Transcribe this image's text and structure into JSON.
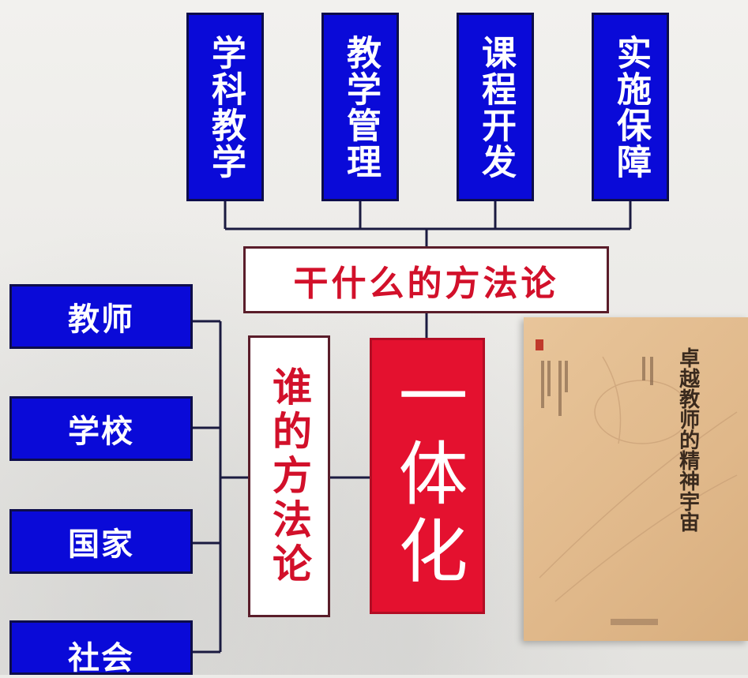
{
  "top_boxes": [
    {
      "label": "学科教学"
    },
    {
      "label": "教学管理"
    },
    {
      "label": "课程开发"
    },
    {
      "label": "实施保障"
    }
  ],
  "method_what": "干什么的方法论",
  "left_boxes": [
    {
      "label": "教师"
    },
    {
      "label": "学校"
    },
    {
      "label": "国家"
    },
    {
      "label": "社会"
    }
  ],
  "method_who": "谁的方法论",
  "integration": "一体化",
  "book": {
    "title_line1": "卓越教师的",
    "title_line2": "精神宇宙"
  },
  "colors": {
    "blue": "#0a0ad8",
    "red": "#e4112f",
    "red_text": "#d2102a",
    "book": "#e0b88a"
  }
}
